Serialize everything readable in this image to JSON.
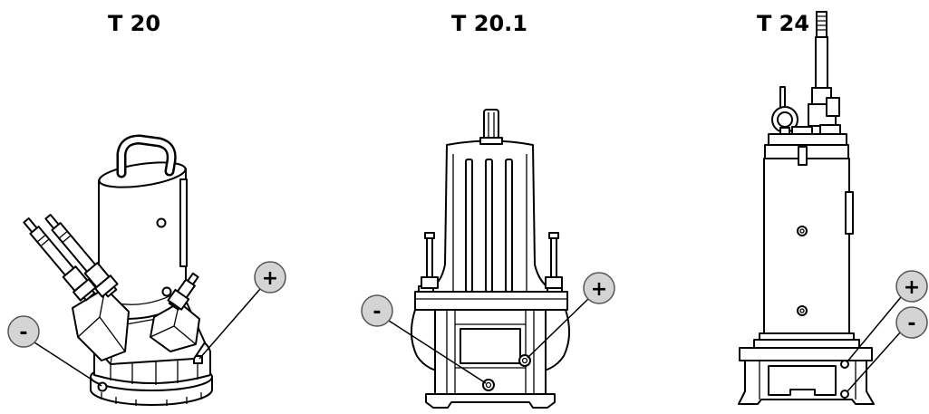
{
  "pumps": [
    {
      "title": "T 20",
      "minus_label": "-",
      "plus_label": "+"
    },
    {
      "title": "T 20.1",
      "minus_label": "-",
      "plus_label": "+"
    },
    {
      "title": "T 24",
      "plus_label": "+",
      "minus_label": "-"
    }
  ],
  "colors": {
    "line": "#000000",
    "background": "#ffffff",
    "callout_fill": "#d4d4d4",
    "callout_stroke": "#555555"
  }
}
